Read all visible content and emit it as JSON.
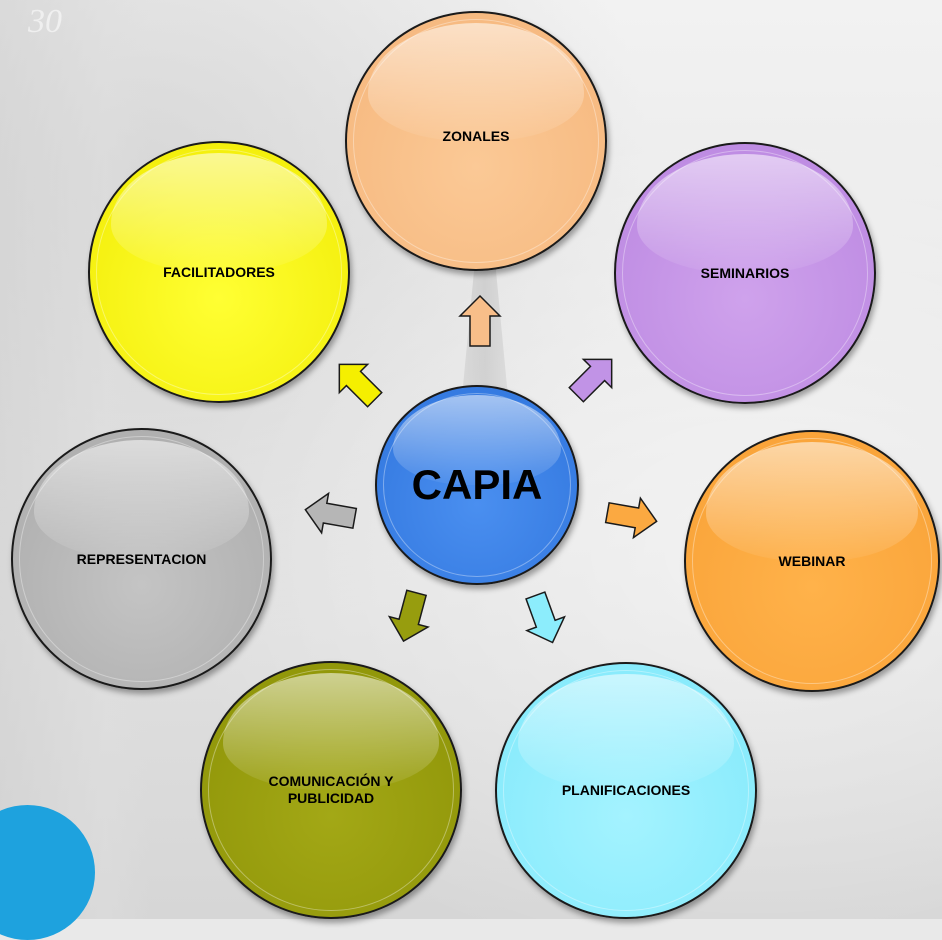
{
  "diagram": {
    "center": {
      "label": "CAPIA",
      "color": "#3a80e6"
    },
    "nodes": [
      {
        "id": "zonales",
        "label": "ZONALES",
        "color": "#f8be89"
      },
      {
        "id": "seminarios",
        "label": "SEMINARIOS",
        "color": "#c193e6"
      },
      {
        "id": "facilitadores",
        "label": "FACILITADORES",
        "color": "#f5ef00"
      },
      {
        "id": "representacion",
        "label": "REPRESENTACION",
        "color": "#b6b6b6"
      },
      {
        "id": "webinar",
        "label": "WEBINAR",
        "color": "#fba941"
      },
      {
        "id": "comunicacion",
        "label_line1": "COMUNICACIÓN Y",
        "label_line2": "PUBLICIDAD",
        "color": "#979d0e"
      },
      {
        "id": "planificaciones",
        "label": "PLANIFICACIONES",
        "color": "#8cedfc"
      }
    ]
  }
}
